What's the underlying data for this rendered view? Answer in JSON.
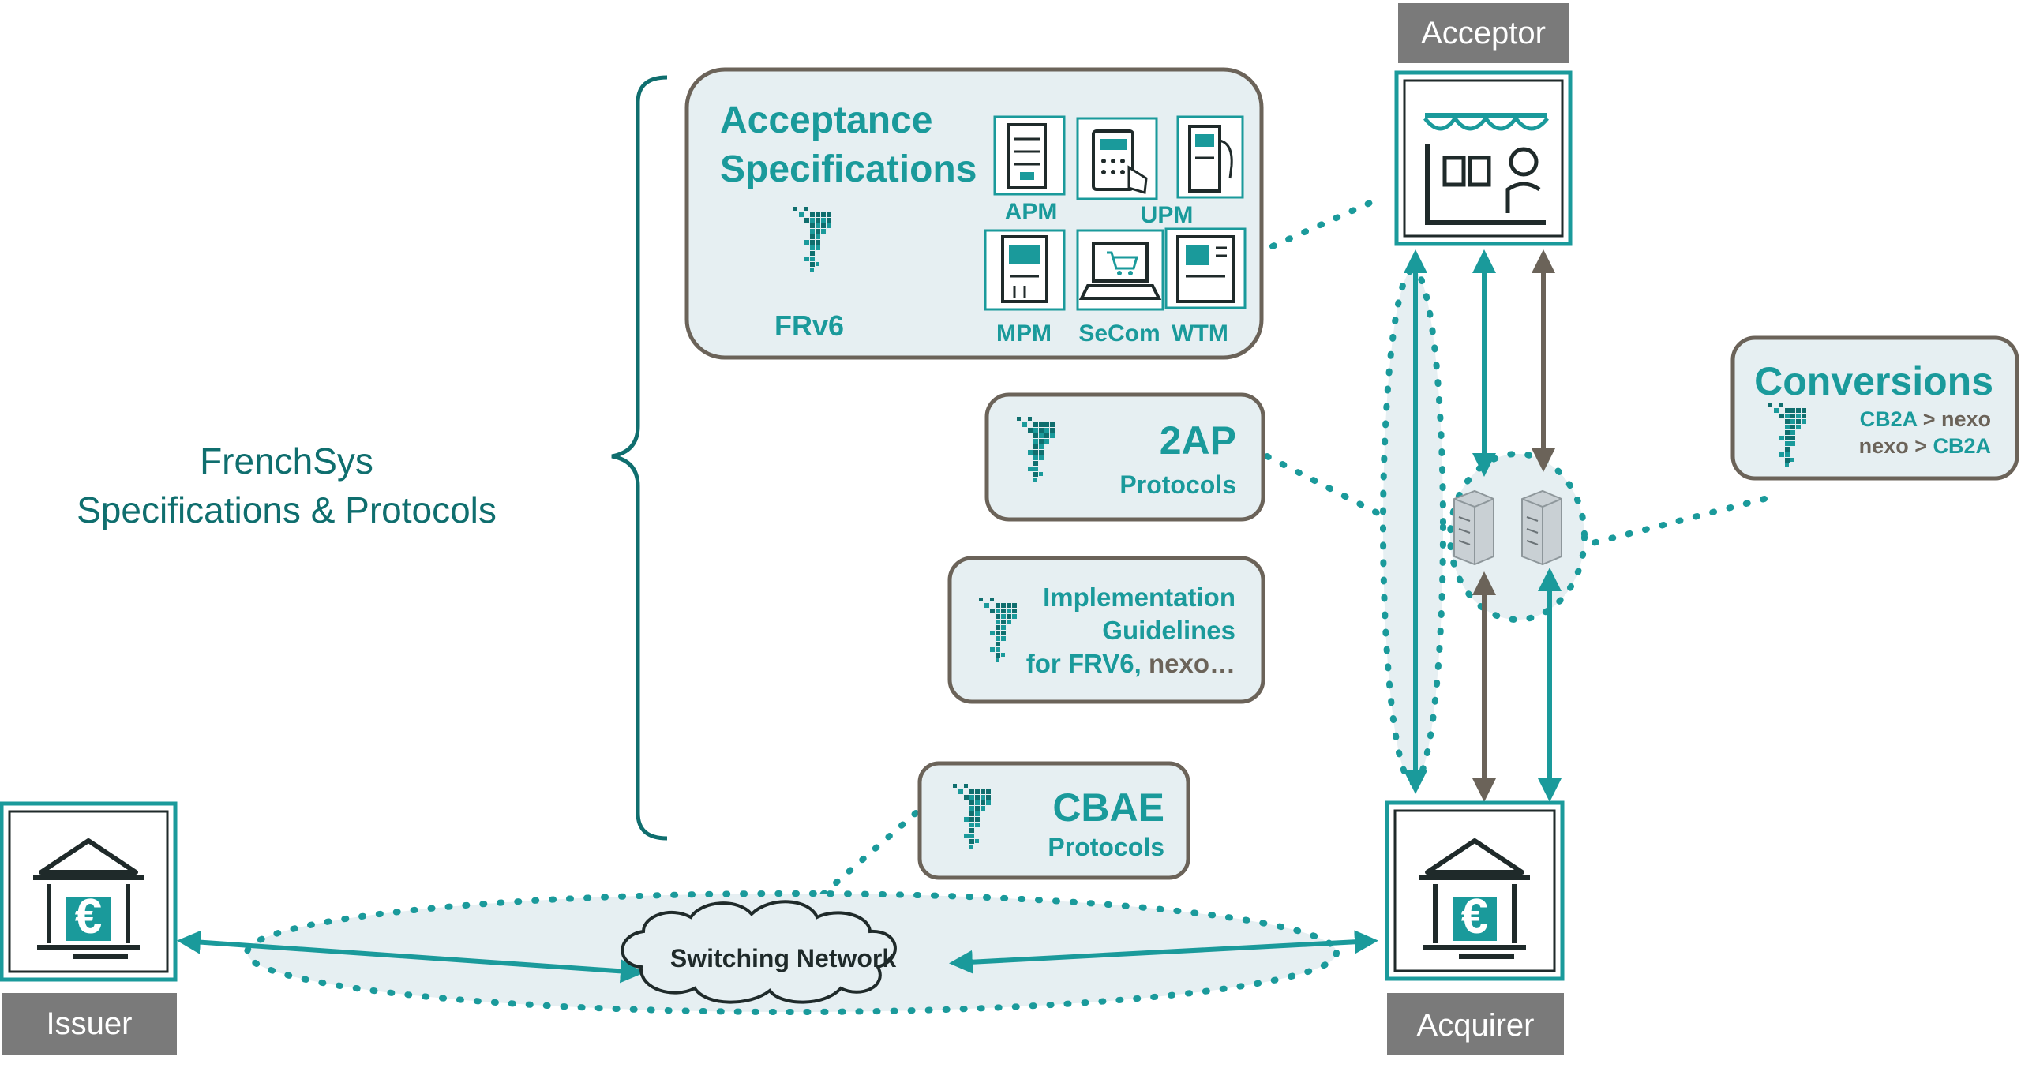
{
  "frenchsys": {
    "line1": "FrenchSys",
    "line2": "Specifications & Protocols"
  },
  "acceptance": {
    "title_line1": "Acceptance",
    "title_line2": "Specifications",
    "frv6": "FRv6",
    "terminals": [
      "APM",
      "UPM",
      "MPM",
      "SeCom",
      "WTM"
    ]
  },
  "protocols_2ap": {
    "title": "2AP",
    "subtitle": "Protocols"
  },
  "implementation": {
    "line1": "Implementation",
    "line2": "Guidelines",
    "line3_a": "for FRV6,",
    "line3_b": " nexo…"
  },
  "cbae": {
    "title": "CBAE",
    "subtitle": "Protocols"
  },
  "conversions": {
    "title": "Conversions",
    "row1_a": "CB2A",
    "row1_sep": " > ",
    "row1_b": "nexo",
    "row2_a": "nexo",
    "row2_sep": " > ",
    "row2_b": "CB2A"
  },
  "actors": {
    "acceptor": "Acceptor",
    "acquirer": "Acquirer",
    "issuer": "Issuer"
  },
  "network": {
    "label": "Switching Network"
  },
  "colors": {
    "teal": "#1a9a9b",
    "dark_teal": "#0f6e6e",
    "brown_grey": "#6b6359",
    "box_fill": "#e6eff2",
    "label_bg": "#7a7a7a"
  }
}
